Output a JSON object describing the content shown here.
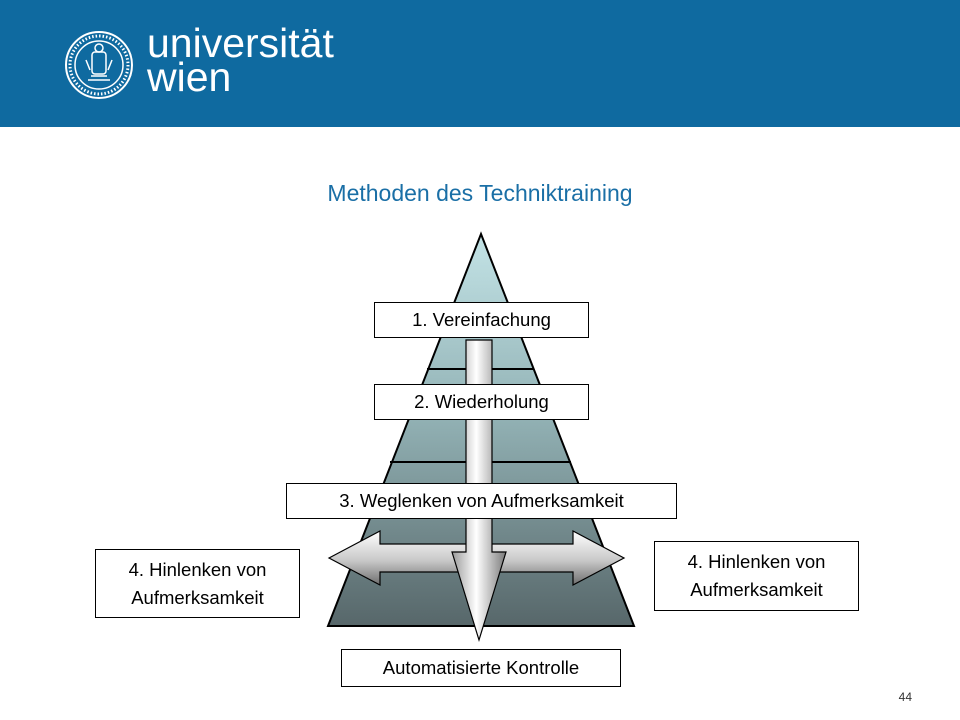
{
  "header": {
    "background": "#0f6aa0",
    "logo": {
      "name_line1": "universität",
      "name_line2": "wien",
      "seal_icon": "university-seal-icon"
    }
  },
  "slide": {
    "title": "Methoden des Techniktraining",
    "page_number": "44"
  },
  "diagram": {
    "levels": [
      "1. Vereinfachung",
      "2. Wiederholung",
      "3. Weglenken von Aufmerksamkeit"
    ],
    "left_box": {
      "line1": "4. Hinlenken von",
      "line2": "Aufmerksamkeit"
    },
    "right_box": {
      "line1": "4. Hinlenken von",
      "line2": "Aufmerksamkeit"
    },
    "bottom_box": "Automatisierte Kontrolle",
    "colors": {
      "pyramid_top": "#b9dcdf",
      "pyramid_bottom": "#5b6b6d",
      "arrow_light": "#ffffff",
      "arrow_dark": "#8a8a8a"
    }
  }
}
